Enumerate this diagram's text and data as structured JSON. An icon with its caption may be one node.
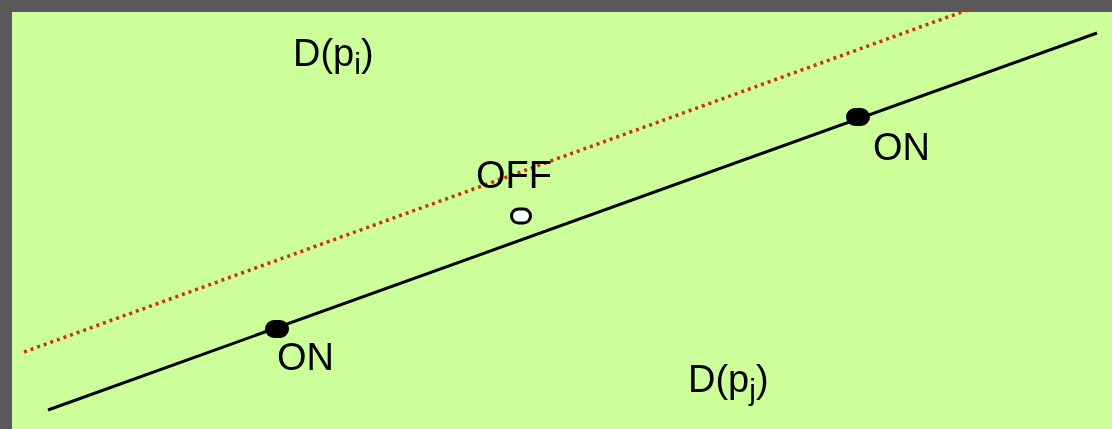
{
  "diagram": {
    "nodes": [
      {
        "text": [],
        "shape": "dot",
        "beside": [
          "ON"
        ]
      },
      {
        "text": [],
        "shape": "circle",
        "beside": [
          "OFF"
        ]
      },
      {
        "text": [],
        "shape": "dot",
        "beside": [
          "ON"
        ]
      }
    ],
    "labels": [
      "D(p$_{i}$)",
      "D(p$_{j}$)"
    ]
  }
}
